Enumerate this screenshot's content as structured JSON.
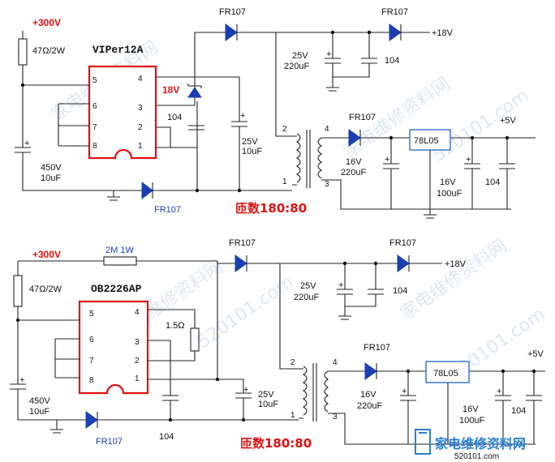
{
  "top": {
    "hv_label": "+300V",
    "r1_label": "47Ω/2W",
    "chip_name": "VIPer12A",
    "pins": [
      "5",
      "6",
      "7",
      "8",
      "4",
      "3",
      "2",
      "1"
    ],
    "zener_label": "18V",
    "cap_104": "104",
    "cap_25v": "25V",
    "cap_25v_val": "10uF",
    "cap_450v": "450V",
    "cap_450v_val": "10uF",
    "diode_bottom": "FR107",
    "diode_top": "FR107",
    "diode_18v": "FR107",
    "out_18v": "+18V",
    "cap_out_v": "25V",
    "cap_out_val": "220uF",
    "cap_out_104": "104",
    "diode_5v": "FR107",
    "out_5v": "+5V",
    "cap_16v": "16V",
    "cap_16v_val": "220uF",
    "reg_name": "78L05",
    "cap_16v_b": "16V",
    "cap_16v_b_val": "100uF",
    "cap_104_b": "104",
    "tx_pins": [
      "2",
      "1",
      "4",
      "3"
    ],
    "ratio": "匝数180:80"
  },
  "bottom": {
    "hv_label": "+300V",
    "r_top_label": "2M 1W",
    "r1_label": "47Ω/2W",
    "chip_name": "OB2226AP",
    "pins": [
      "5",
      "6",
      "7",
      "8",
      "4",
      "3",
      "2",
      "1"
    ],
    "r_sense": "1.5Ω",
    "cap_25v": "25V",
    "cap_25v_val": "10uF",
    "cap_450v": "450V",
    "cap_450v_val": "10uF",
    "diode_bottom": "FR107",
    "cap_104": "104",
    "diode_top": "FR107",
    "diode_18v": "FR107",
    "out_18v": "+18V",
    "cap_out_v": "25V",
    "cap_out_val": "220uF",
    "cap_out_104": "104",
    "diode_5v": "FR107",
    "out_5v": "+5V",
    "cap_16v": "16V",
    "cap_16v_val": "220uF",
    "reg_name": "78L05",
    "cap_16v_b": "16V",
    "cap_16v_b_val": "100uF",
    "cap_104_b": "104",
    "tx_pins": [
      "2",
      "1",
      "4",
      "3"
    ],
    "ratio": "匝数180:80"
  },
  "watermark": {
    "site_cn": "家电维修资料网",
    "url": "520101.com",
    "logo_text": "家电维修资料网",
    "logo_url": "520101.com"
  }
}
